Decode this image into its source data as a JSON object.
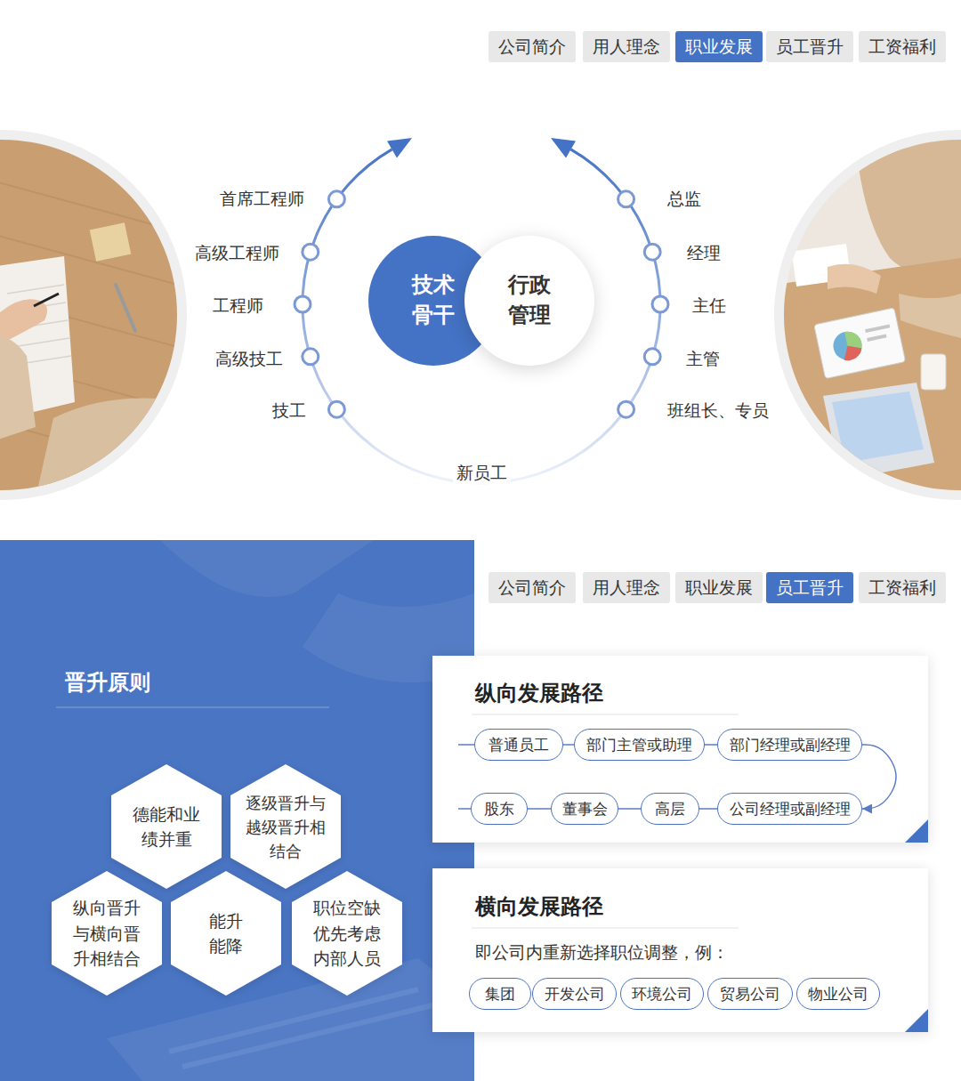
{
  "diagram": {
    "nodes": [
      {
        "text": [
          "公司简介"
        ]
      },
      {
        "text": [
          "用人理念"
        ]
      },
      {
        "text": [
          "职业发展"
        ]
      },
      {
        "text": [
          "员工晋升"
        ]
      },
      {
        "text": [
          "工资福利"
        ]
      },
      {
        "text": [
          "技术骨干"
        ]
      },
      {
        "text": [
          "行政管理"
        ]
      },
      {
        "text": [
          "晋升原则"
        ]
      },
      {
        "text": [
          "德能和业绩并重"
        ],
        "in": 7
      },
      {
        "text": [
          "逐级晋升与越级晋升相结合"
        ],
        "in": 7
      },
      {
        "text": [
          "纵向晋升与横向晋升相结合"
        ],
        "in": 7
      },
      {
        "text": [
          "能升能降"
        ],
        "in": 7
      },
      {
        "text": [
          "职位空缺优先考虑内部人员"
        ],
        "in": 7
      },
      {
        "text": [
          "公司简介"
        ]
      },
      {
        "text": [
          "用人理念"
        ]
      },
      {
        "text": [
          "职业发展"
        ]
      },
      {
        "text": [
          "员工晋升"
        ]
      },
      {
        "text": [
          "工资福利"
        ]
      },
      {
        "text": [
          "纵向发展路径"
        ]
      },
      {
        "text": [
          "普通员工"
        ],
        "in": 18
      },
      {
        "text": [
          "部门主管或助理"
        ],
        "in": 18
      },
      {
        "text": [
          "部门经理或副经理"
        ],
        "in": 18
      },
      {
        "text": [
          "股东"
        ],
        "in": 18
      },
      {
        "text": [
          "董事会"
        ],
        "in": 18
      },
      {
        "text": [
          "高层"
        ],
        "in": 18
      },
      {
        "text": [
          "公司经理或副经理"
        ],
        "in": 18
      },
      {
        "text": [
          "横向发展路径",
          "即公司内重新选择职位调整，例："
        ]
      },
      {
        "text": [
          "集团"
        ],
        "in": 26
      },
      {
        "text": [
          "开发公司"
        ],
        "in": 26
      },
      {
        "text": [
          "环境公司"
        ],
        "in": 26
      },
      {
        "text": [
          "贸易公司"
        ],
        "in": 26
      },
      {
        "text": [
          "物业公司"
        ],
        "in": 26
      }
    ],
    "edges": [
      {
        "from": 19,
        "to": 20,
        "arrow": "none"
      },
      {
        "from": 20,
        "to": 21,
        "arrow": "none"
      },
      {
        "from": 21,
        "to": 25,
        "arrow": "to"
      },
      {
        "from": 25,
        "to": 24,
        "arrow": "none"
      },
      {
        "from": 24,
        "to": 23,
        "arrow": "none"
      },
      {
        "from": 23,
        "to": 22,
        "arrow": "none"
      }
    ],
    "labels": [
      "首席工程师",
      "高级工程师",
      "工程师",
      "高级技工",
      "技工",
      "总监",
      "经理",
      "主任",
      "主管",
      "班组长、专员",
      "新员工"
    ]
  }
}
